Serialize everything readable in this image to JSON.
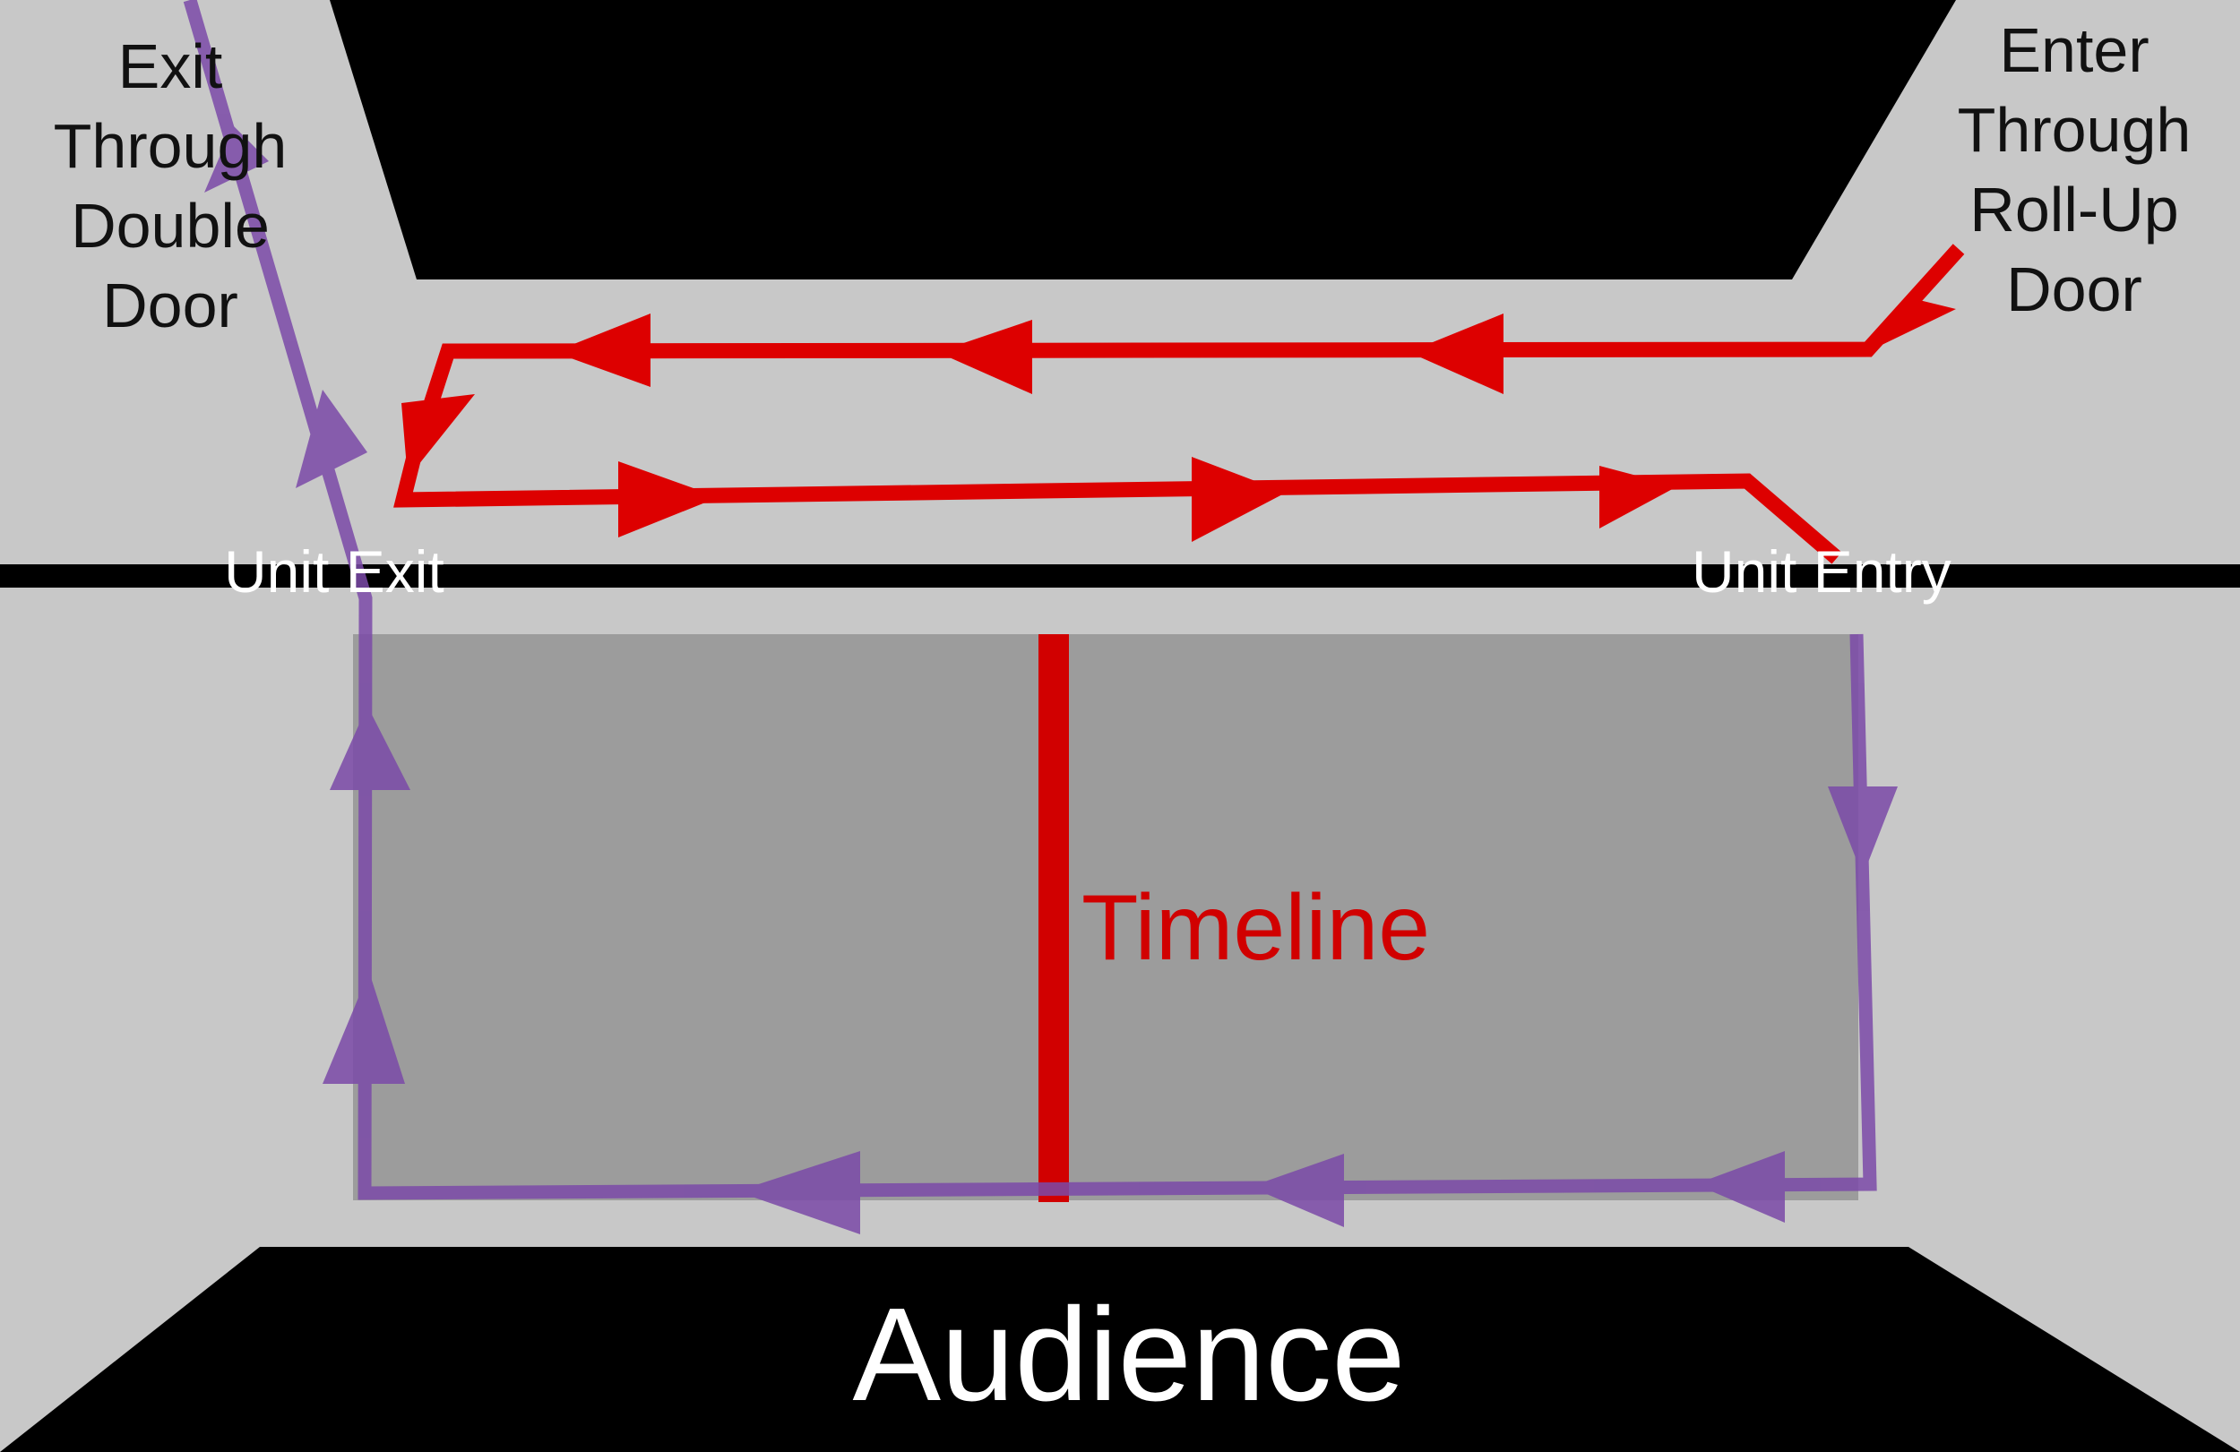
{
  "labels": {
    "exit": [
      "Exit",
      "Through",
      "Double",
      "Door"
    ],
    "enter": [
      "Enter",
      "Through",
      "Roll-Up",
      "Door"
    ],
    "unit_exit": "Unit Exit",
    "unit_entry": "Unit Entry",
    "timeline": "Timeline",
    "audience": "Audience"
  },
  "colors": {
    "background": "#c8c8c8",
    "stage_panel": "#9c9c9c",
    "blocks": "#000000",
    "red_path": "#dd0000",
    "purple_path": "#7b4aa8",
    "timeline": "#d10000",
    "dark_text": "#111111",
    "light_text": "#ffffff"
  }
}
